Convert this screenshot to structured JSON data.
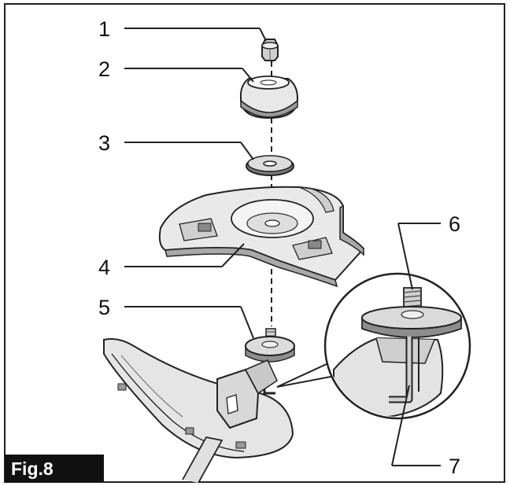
{
  "figure": {
    "label": "Fig.8",
    "label_bg": "#111111",
    "line_color": "#222222",
    "part_fill": "#e6e6e6",
    "shadow_fill": "#b5b5b5"
  },
  "callouts": [
    {
      "number": "1",
      "part": "nut"
    },
    {
      "number": "2",
      "part": "cup"
    },
    {
      "number": "3",
      "part": "washer"
    },
    {
      "number": "4",
      "part": "blade-guard"
    },
    {
      "number": "5",
      "part": "holder"
    },
    {
      "number": "6",
      "part": "spindle-bolt"
    },
    {
      "number": "7",
      "part": "hex-wrench"
    }
  ]
}
